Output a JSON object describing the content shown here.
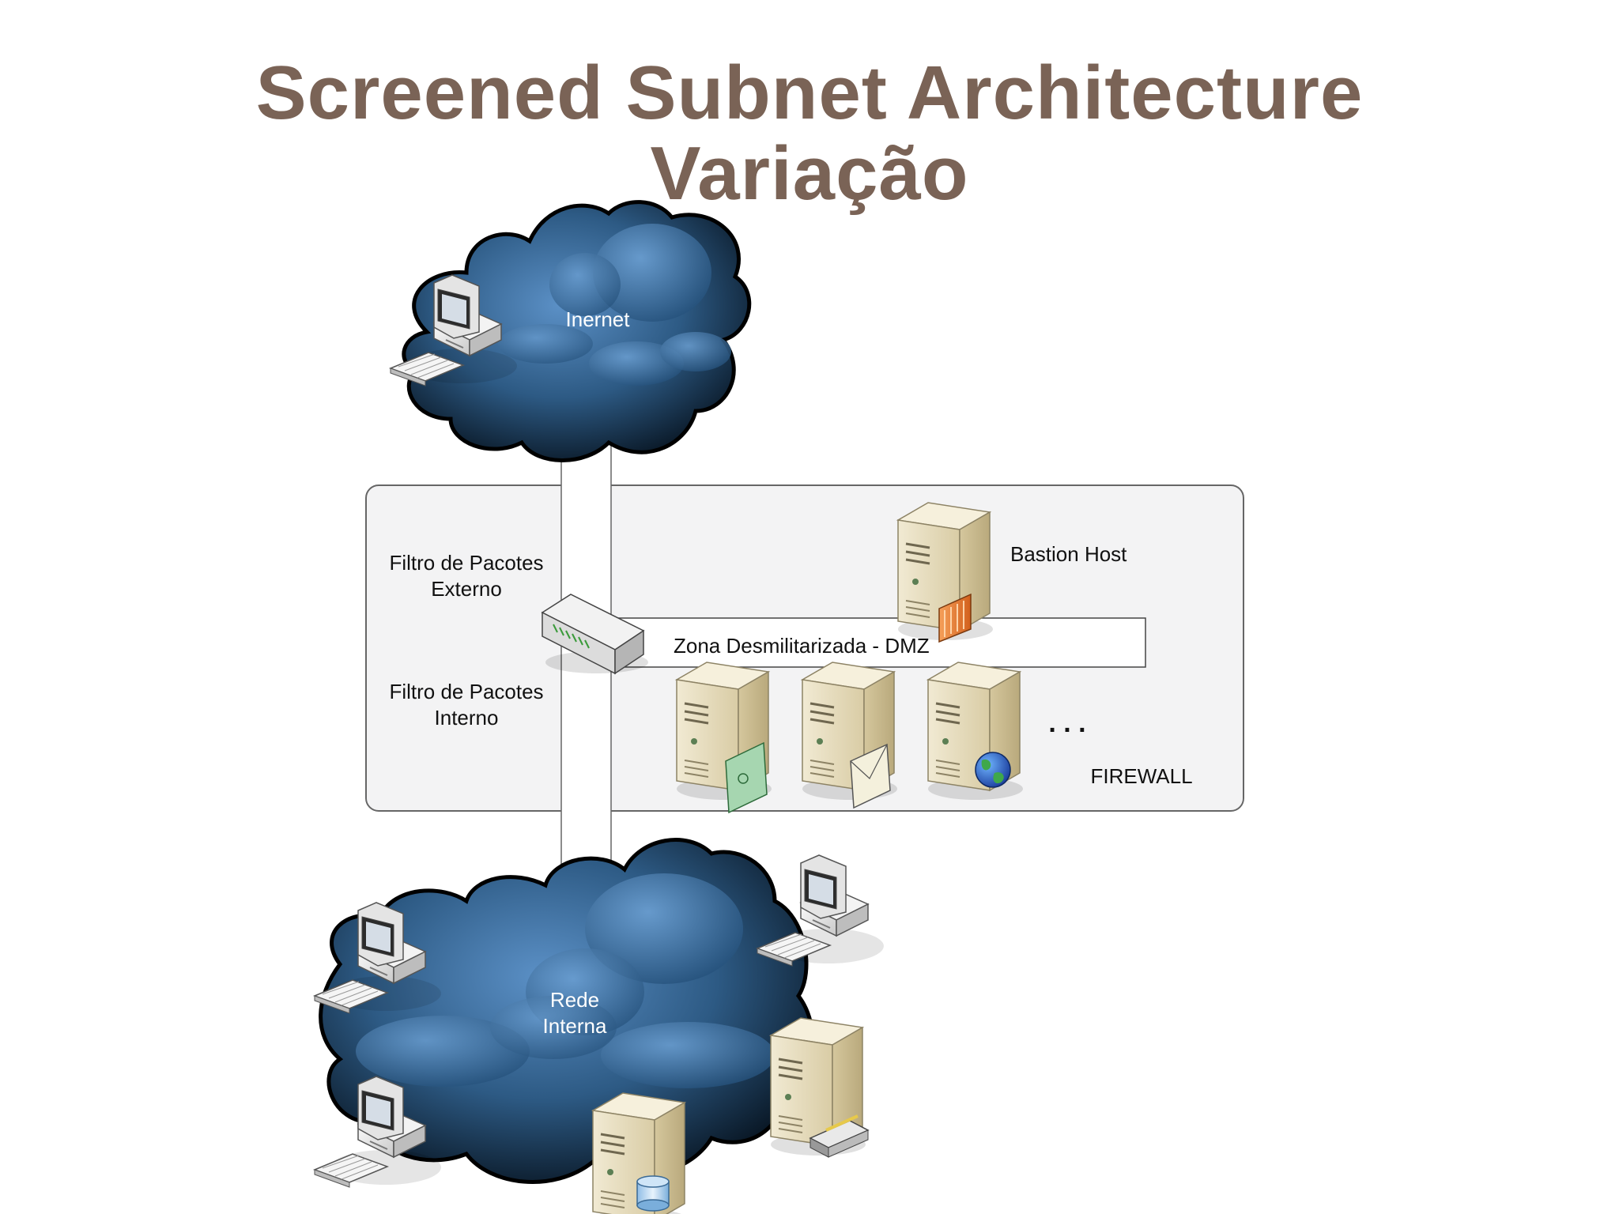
{
  "slide": {
    "title_line1": "Screened Subnet Architecture",
    "title_line2": "Variação"
  },
  "diagram": {
    "internet_label": "Inernet",
    "external_filter_line1": "Filtro de Pacotes",
    "external_filter_line2": "Externo",
    "internal_filter_line1": "Filtro de Pacotes",
    "internal_filter_line2": "Interno",
    "dmz_label": "Zona Desmilitarizada - DMZ",
    "bastion_label": "Bastion Host",
    "ellipsis": ". . .",
    "firewall_label": "FIREWALL",
    "internal_net_line1": "Rede",
    "internal_net_line2": "Interna"
  },
  "colors": {
    "title": "#7a6356",
    "cloud_dark": "#0b1a2a",
    "cloud_light": "#5a8fc4",
    "firewall_fill": "#f3f3f4",
    "server_beige": "#e8dfc4"
  }
}
